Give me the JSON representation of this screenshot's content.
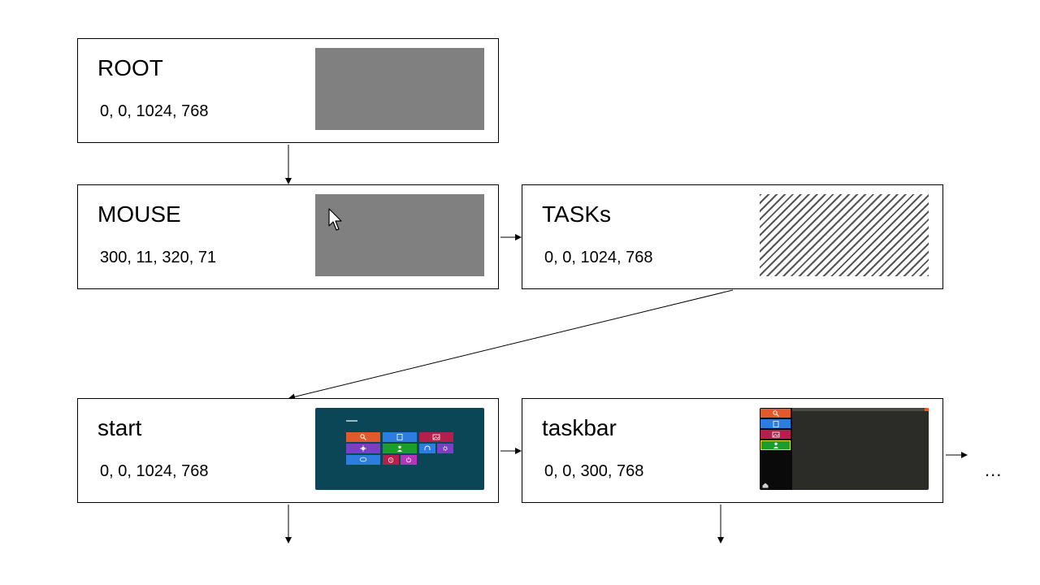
{
  "nodes": {
    "root": {
      "title": "ROOT",
      "coords": "0, 0, 1024, 768"
    },
    "mouse": {
      "title": "MOUSE",
      "coords": "300, 11, 320, 71"
    },
    "tasks": {
      "title": "TASKs",
      "coords": "0, 0, 1024, 768"
    },
    "start": {
      "title": "start",
      "coords": "0, 0, 1024, 768"
    },
    "taskbar": {
      "title": "taskbar",
      "coords": "0, 0, 300, 768"
    }
  },
  "continuation": "...",
  "colors": {
    "thumb_gray": "#808080",
    "start_background": "#0b4656",
    "taskbar_background": "#2b2b27"
  }
}
